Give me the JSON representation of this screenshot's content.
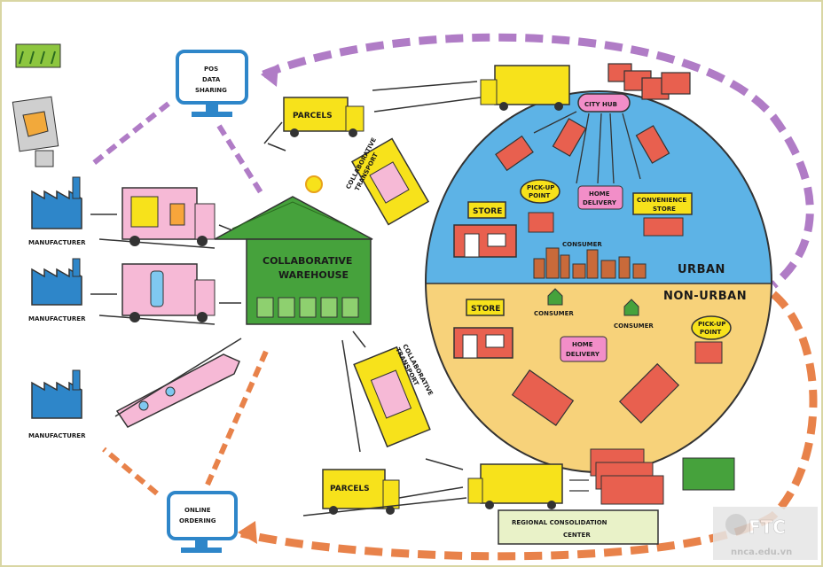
{
  "labels": {
    "pos_data_sharing": [
      "POS",
      "DATA",
      "SHARING"
    ],
    "online_ordering": [
      "ONLINE",
      "ORDERING"
    ],
    "manufacturer": "MANUFACTURER",
    "collaborative_warehouse": [
      "COLLABORATIVE",
      "WAREHOUSE"
    ],
    "collaborative_transport": [
      "COLLABORATIVE",
      "TRANSPORT"
    ],
    "parcels": "PARCELS",
    "city_hub": "CITY HUB",
    "store": "STORE",
    "pickup_point": [
      "PICK-UP",
      "POINT"
    ],
    "home_delivery": [
      "HOME",
      "DELIVERY"
    ],
    "convenience_store": [
      "CONVENIENCE",
      "STORE"
    ],
    "consumer": "CONSUMER",
    "urban": "URBAN",
    "non_urban": "NON-URBAN",
    "regional_consolidation_center": [
      "REGIONAL CONSOLIDATION",
      "CENTER"
    ]
  },
  "watermark": {
    "logo": "FTC",
    "url": "nnca.edu.vn"
  },
  "colors": {
    "purple_arrow": "#b07cc6",
    "orange_arrow": "#e8824a",
    "truck_yellow": "#f7e21b",
    "truck_red": "#e8604f",
    "urban_blue": "#5db3e6",
    "rural_yellow": "#f7d27a",
    "warehouse_green": "#46a23c",
    "factory_blue": "#2e86c9"
  }
}
